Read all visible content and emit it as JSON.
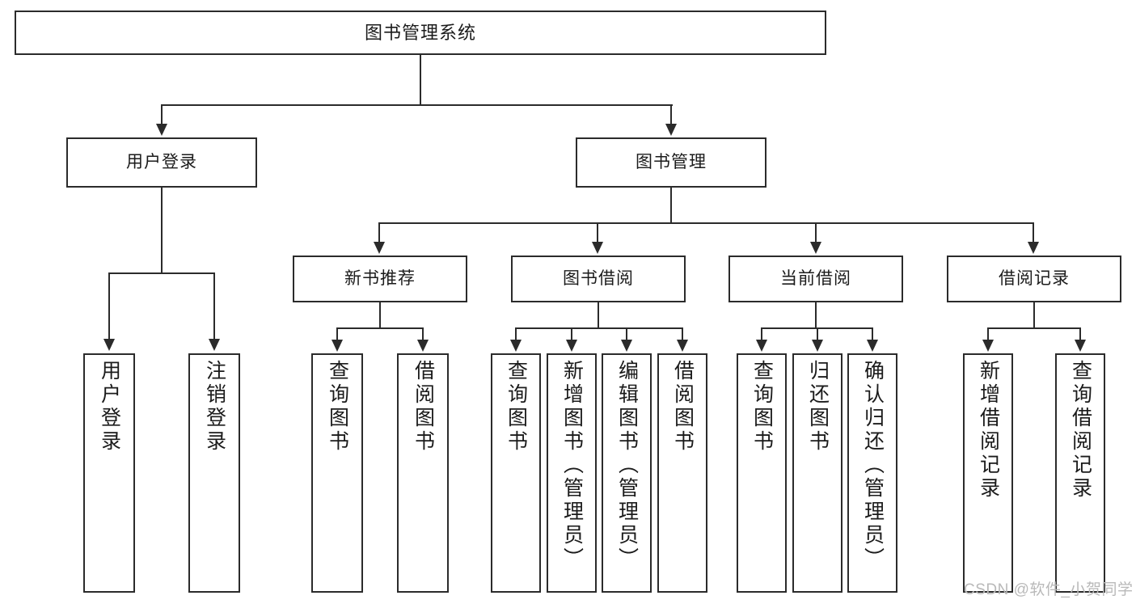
{
  "diagram": {
    "type": "tree",
    "title": "图书管理系统",
    "root": {
      "id": "root",
      "label": "图书管理系统"
    },
    "level2": [
      {
        "id": "user-login",
        "label": "用户登录"
      },
      {
        "id": "book-manage",
        "label": "图书管理"
      }
    ],
    "level3": [
      {
        "id": "new-book-recommend",
        "label": "新书推荐"
      },
      {
        "id": "book-borrow",
        "label": "图书借阅"
      },
      {
        "id": "current-borrow",
        "label": "当前借阅"
      },
      {
        "id": "borrow-record",
        "label": "借阅记录"
      }
    ],
    "leaves": {
      "user-login": [
        {
          "id": "leaf-user-login",
          "label": "用户登录"
        },
        {
          "id": "leaf-logout",
          "label": "注销登录"
        }
      ],
      "new-book-recommend": [
        {
          "id": "leaf-query-book-1",
          "label": "查询图书"
        },
        {
          "id": "leaf-borrow-book-1",
          "label": "借阅图书"
        }
      ],
      "book-borrow": [
        {
          "id": "leaf-query-book-2",
          "label": "查询图书"
        },
        {
          "id": "leaf-add-book",
          "label": "新增图书（管理员）"
        },
        {
          "id": "leaf-edit-book",
          "label": "编辑图书（管理员）"
        },
        {
          "id": "leaf-borrow-book-2",
          "label": "借阅图书"
        }
      ],
      "current-borrow": [
        {
          "id": "leaf-query-book-3",
          "label": "查询图书"
        },
        {
          "id": "leaf-return-book",
          "label": "归还图书"
        },
        {
          "id": "leaf-confirm-return",
          "label": "确认归还（管理员）"
        }
      ],
      "borrow-record": [
        {
          "id": "leaf-add-record",
          "label": "新增借阅记录"
        },
        {
          "id": "leaf-query-record",
          "label": "查询借阅记录"
        }
      ]
    }
  },
  "watermark": {
    "text": "CSDN @软件_小贺同学",
    "color": "#b9b9b9"
  },
  "style": {
    "line_color": "#2b2b2b",
    "box_border_color": "#2b2b2b",
    "box_fill": "#ffffff",
    "text_color": "#1b1b1b",
    "background": "#ffffff"
  }
}
